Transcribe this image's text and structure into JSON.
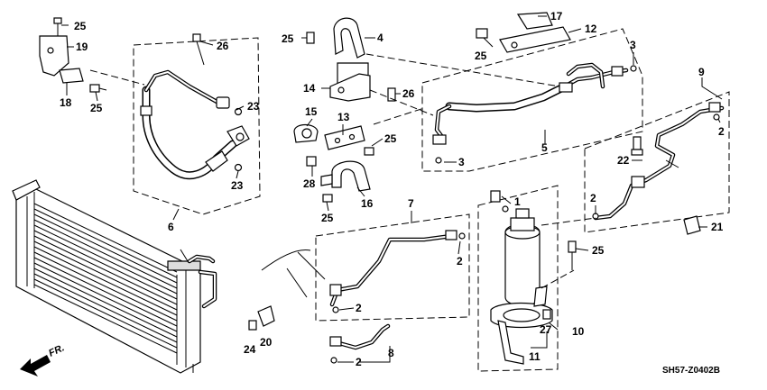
{
  "diagram_code": "SH57-Z0402B",
  "direction_label": "FR.",
  "callouts": {
    "c1": "1",
    "c2a": "2",
    "c2b": "2",
    "c2c": "2",
    "c2d": "2",
    "c2e": "2",
    "c3a": "3",
    "c3b": "3",
    "c4": "4",
    "c5": "5",
    "c6": "6",
    "c7": "7",
    "c8": "8",
    "c9": "9",
    "c10": "10",
    "c11": "11",
    "c12": "12",
    "c13": "13",
    "c14": "14",
    "c15": "15",
    "c16": "16",
    "c17": "17",
    "c18": "18",
    "c19": "19",
    "c20": "20",
    "c21": "21",
    "c22": "22",
    "c23a": "23",
    "c23b": "23",
    "c24": "24",
    "c25a": "25",
    "c25b": "25",
    "c25c": "25",
    "c25d": "25",
    "c25e": "25",
    "c25f": "25",
    "c25g": "25",
    "c26a": "26",
    "c26b": "26",
    "c27": "27",
    "c28": "28"
  }
}
